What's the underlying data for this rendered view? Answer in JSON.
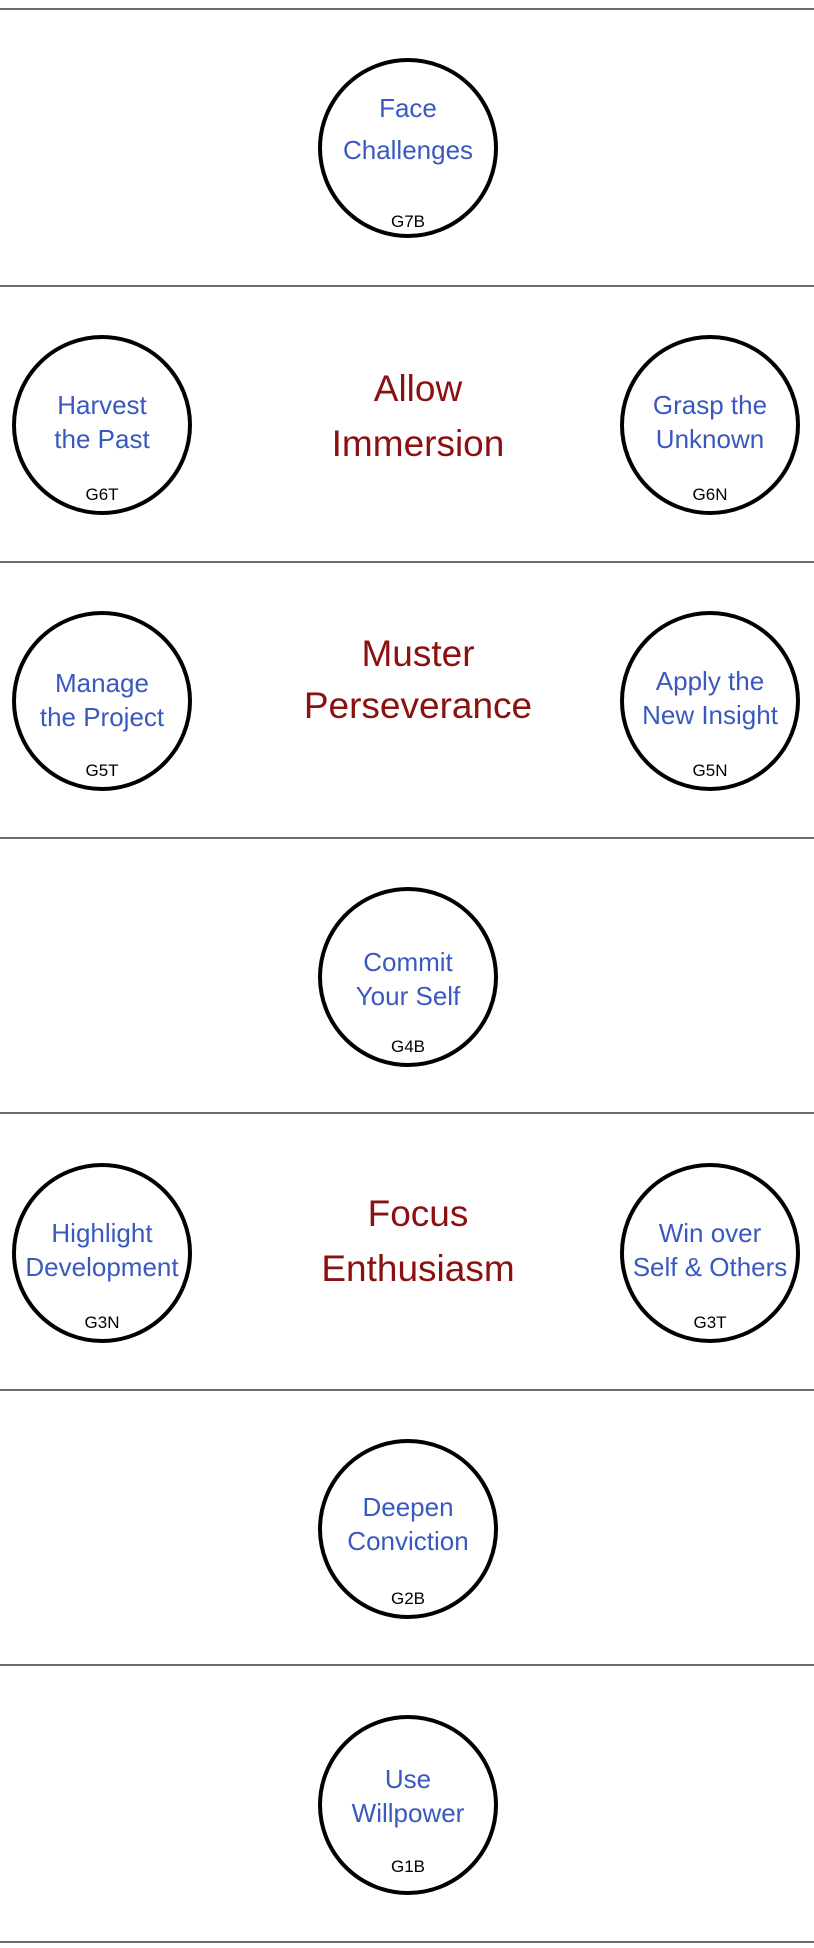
{
  "bands": [
    {
      "title": [],
      "goals": [
        {
          "lines": [
            "Face",
            "Challenges"
          ],
          "code": "G7B"
        }
      ]
    },
    {
      "title": [
        "Allow",
        "Immersion"
      ],
      "goals": [
        {
          "lines": [
            "Harvest",
            "the Past"
          ],
          "code": "G6T"
        },
        {
          "lines": [
            "Grasp the",
            "Unknown"
          ],
          "code": "G6N"
        }
      ]
    },
    {
      "title": [
        "Muster",
        "Perseverance"
      ],
      "goals": [
        {
          "lines": [
            "Manage",
            "the Project"
          ],
          "code": "G5T"
        },
        {
          "lines": [
            "Apply the",
            "New Insight"
          ],
          "code": "G5N"
        }
      ]
    },
    {
      "title": [],
      "goals": [
        {
          "lines": [
            "Commit",
            "Your Self"
          ],
          "code": "G4B"
        }
      ]
    },
    {
      "title": [
        "Focus",
        "Enthusiasm"
      ],
      "goals": [
        {
          "lines": [
            "Highlight",
            "Development"
          ],
          "code": "G3N"
        },
        {
          "lines": [
            "Win over",
            "Self & Others"
          ],
          "code": "G3T"
        }
      ]
    },
    {
      "title": [],
      "goals": [
        {
          "lines": [
            "Deepen",
            "Conviction"
          ],
          "code": "G2B"
        }
      ]
    },
    {
      "title": [],
      "goals": [
        {
          "lines": [
            "Use",
            "Willpower"
          ],
          "code": "G1B"
        }
      ]
    }
  ],
  "colors": {
    "goal_text": "#3a59bf",
    "title_text": "#8b1010",
    "circle_border": "#000000",
    "separator": "#6e6e6e"
  }
}
